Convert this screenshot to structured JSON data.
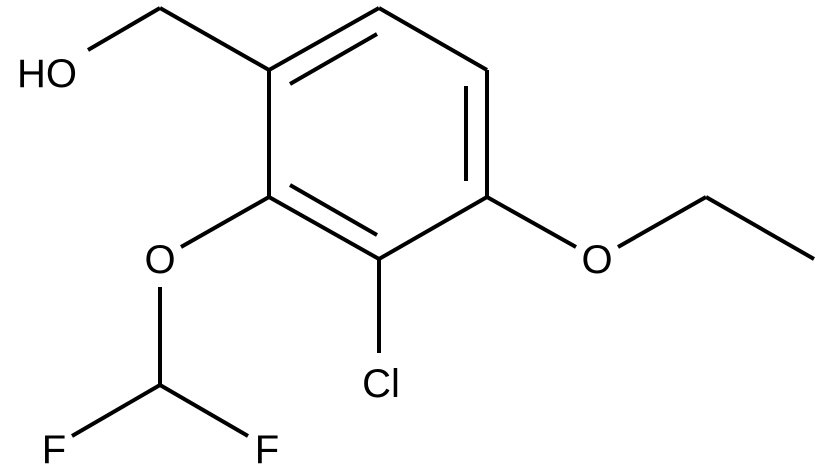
{
  "molecule": {
    "atoms": {
      "hydroxyl": "HO",
      "ring_ether_oxygen": "O",
      "chlorine": "Cl",
      "ethoxy_oxygen": "O",
      "fluorine_left": "F",
      "fluorine_right": "F"
    }
  }
}
